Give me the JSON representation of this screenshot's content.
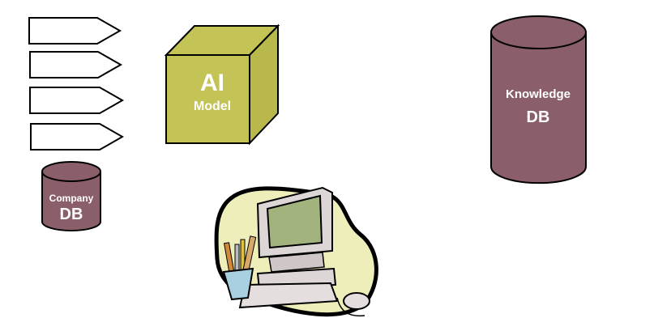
{
  "ai_model": {
    "line1": "AI",
    "line2": "Model"
  },
  "company_db": {
    "line1": "Company",
    "line2": "DB"
  },
  "knowledge_db": {
    "line1": "Knowledge",
    "line2": "DB"
  },
  "colors": {
    "cube": "#c3c356",
    "cube_side": "#b8b84c",
    "db": "#8b5f6a",
    "blob": "#eeeebb",
    "screen": "#a2b37e"
  }
}
